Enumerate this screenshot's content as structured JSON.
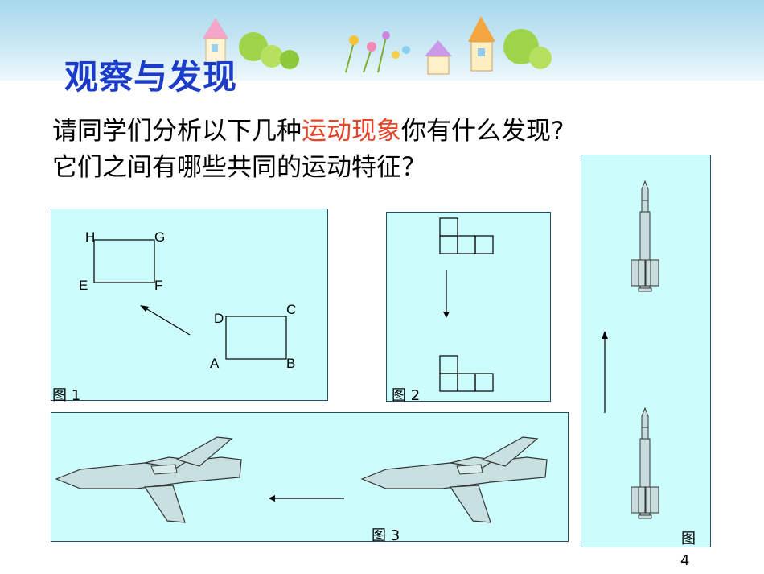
{
  "slide": {
    "title": "观察与发现",
    "question_prefix": "请同学们分析以下几种",
    "question_highlight": "运动现象",
    "question_suffix": "你有什么发现?",
    "question_line2": "它们之间有哪些共同的运动特征？",
    "accent_color": "#e8442a",
    "title_color": "#1a3cc8",
    "panel_color": "#ccfcfc"
  },
  "figure1": {
    "caption": "图 1",
    "rect_top_labels": [
      "H",
      "G",
      "E",
      "F"
    ],
    "rect_bottom_labels": [
      "D",
      "C",
      "A",
      "B"
    ]
  },
  "figure2": {
    "caption": "图 2"
  },
  "figure3": {
    "caption": "图 3"
  },
  "figure4": {
    "caption_top": "图",
    "caption_bottom": "4"
  }
}
